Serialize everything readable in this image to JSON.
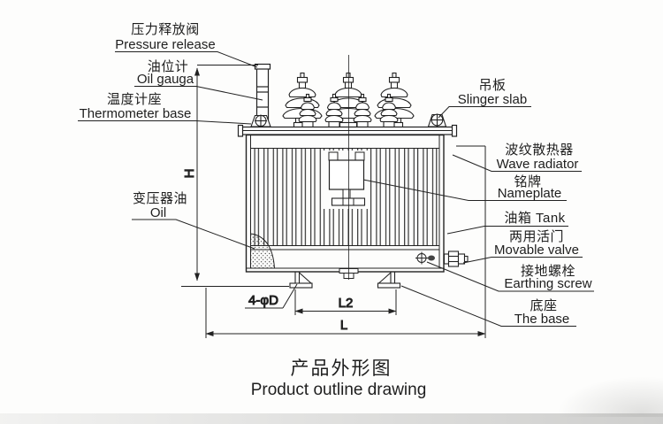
{
  "diagram": {
    "parts": {
      "pressure_release": {
        "zh": "压力释放阀",
        "en": "Pressure release"
      },
      "oil_gauge": {
        "zh": "油位计",
        "en": "Oil gauga"
      },
      "thermometer_base": {
        "zh": "温度计座",
        "en": "Thermometer base"
      },
      "transformer_oil": {
        "zh": "变压器油",
        "en": "Oil"
      },
      "slinger_slab": {
        "zh": "吊板",
        "en": "Slinger slab"
      },
      "wave_radiator": {
        "zh": "波纹散热器",
        "en": "Wave radiator"
      },
      "nameplate": {
        "zh": "铭牌",
        "en": "Nameplate"
      },
      "tank": {
        "label": "油箱 Tank"
      },
      "movable_valve": {
        "zh": "两用活门",
        "en": "Movable valve"
      },
      "earthing_screw": {
        "zh": "接地螺栓",
        "en": "Earthing screw"
      },
      "base": {
        "zh": "底座",
        "en": "The base"
      }
    },
    "dimensions": {
      "height": "H",
      "mounting_holes": "4-φD",
      "foot_spacing": "L2",
      "overall_length": "L"
    },
    "title": {
      "zh": "产品外形图",
      "en": "Product outline drawing"
    },
    "colors": {
      "line": "#222222",
      "background": "#fdfdfc"
    }
  }
}
